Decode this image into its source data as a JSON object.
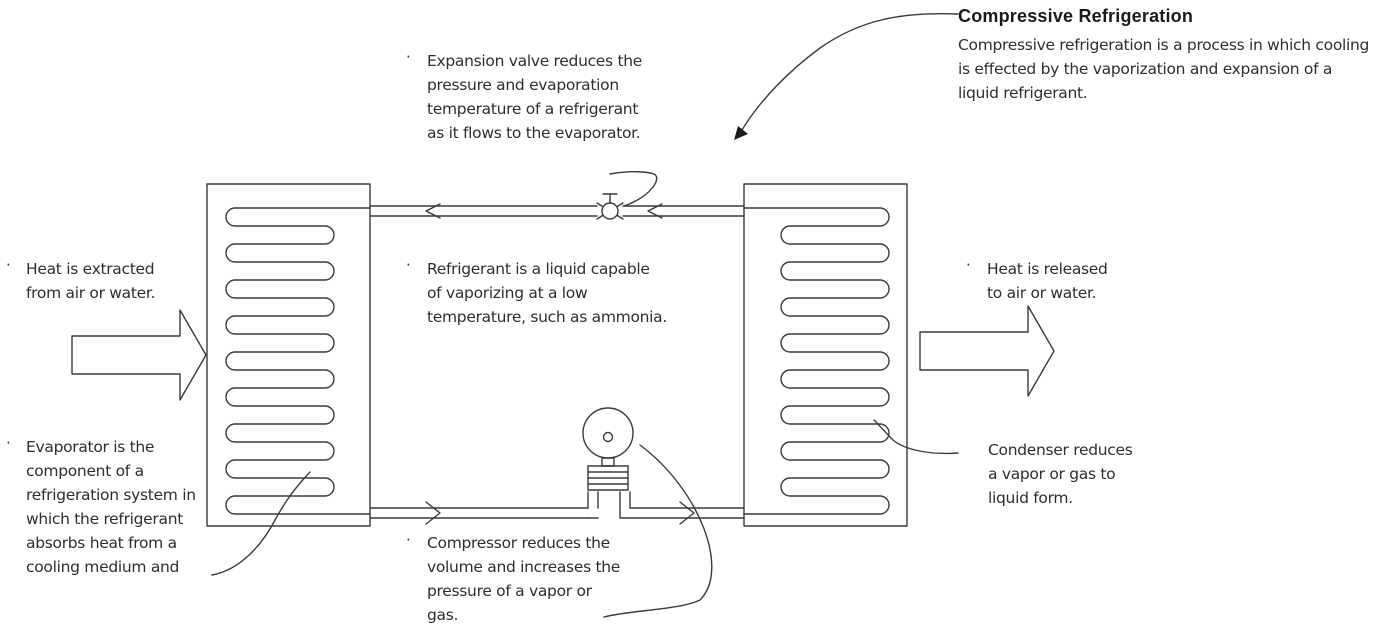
{
  "title": "Compressive Refrigeration",
  "description": "Compressive refrigeration is a process in which cooling is effected by the vaporization and expansion of a liquid refrigerant.",
  "annotations": {
    "expansion_valve": "Expansion valve reduces the pressure and evaporation temperature of a refrigerant as it flows to the evaporator.",
    "refrigerant": "Refrigerant is a liquid capable of vaporizing at a low temperature, such as ammonia.",
    "compressor": "Compressor reduces the volume and increases the pressure of a vapor or gas.",
    "heat_extracted": "Heat is extracted from air or water.",
    "heat_released": "Heat is released to air or water.",
    "evaporator": "Evaporator is the component of a refrigeration system in which the refrigerant absorbs heat from a cooling medium and",
    "condenser": "Condenser reduces a vapor or gas to liquid form."
  },
  "bullet_glyph": "·"
}
